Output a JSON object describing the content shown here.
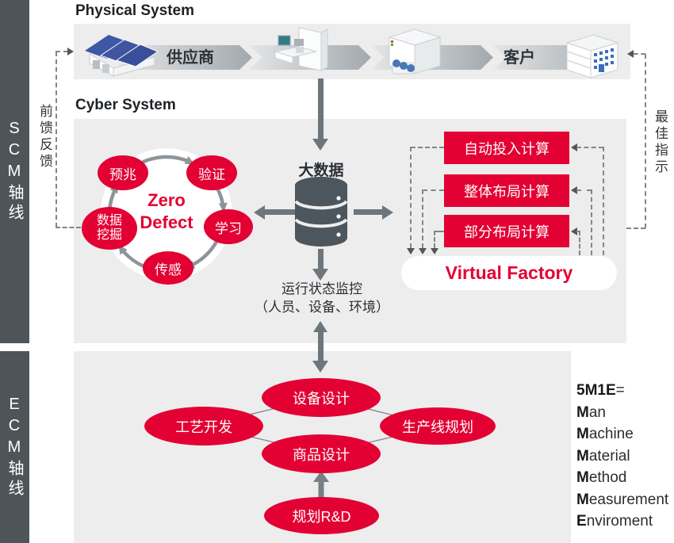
{
  "titles": {
    "physical": "Physical System",
    "cyber": "Cyber System"
  },
  "axes": {
    "scm": "SCM轴线",
    "ecm": "ECM轴线"
  },
  "side_labels": {
    "feedforward": "前馈反馈",
    "best": "最佳指示"
  },
  "flow": {
    "supplier": "供应商",
    "customer": "客户",
    "icons": [
      "factory",
      "machine-tool",
      "process-equipment",
      "office-building"
    ]
  },
  "cyber": {
    "big_data": "大数据",
    "monitoring_line1": "运行状态监控",
    "monitoring_line2": "（人员、设备、环境）",
    "zero_defect": {
      "line1": "Zero",
      "line2": "Defect",
      "nodes": [
        "预兆",
        "验证",
        "学习",
        "传感",
        "数据挖掘"
      ]
    },
    "calc_boxes": [
      "自动投入计算",
      "整体布局计算",
      "部分布局计算"
    ],
    "virtual_factory": "Virtual Factory"
  },
  "ecm": {
    "nodes": [
      "设备设计",
      "工艺开发",
      "生产线规划",
      "商品设计",
      "规划R&D"
    ]
  },
  "five_m_one_e": {
    "heading_bold": "5M1E",
    "heading_rest": "=",
    "items": [
      {
        "bold": "M",
        "rest": "an"
      },
      {
        "bold": "M",
        "rest": "achine"
      },
      {
        "bold": "M",
        "rest": "aterial"
      },
      {
        "bold": "M",
        "rest": "ethod"
      },
      {
        "bold": "M",
        "rest": "easurement"
      },
      {
        "bold": "E",
        "rest": "nviroment"
      }
    ]
  },
  "colors": {
    "accent_red": "#e30033",
    "panel_gray": "#ededee",
    "bar_slate": "#4d5559",
    "arrow_gray": "#6d767b"
  }
}
